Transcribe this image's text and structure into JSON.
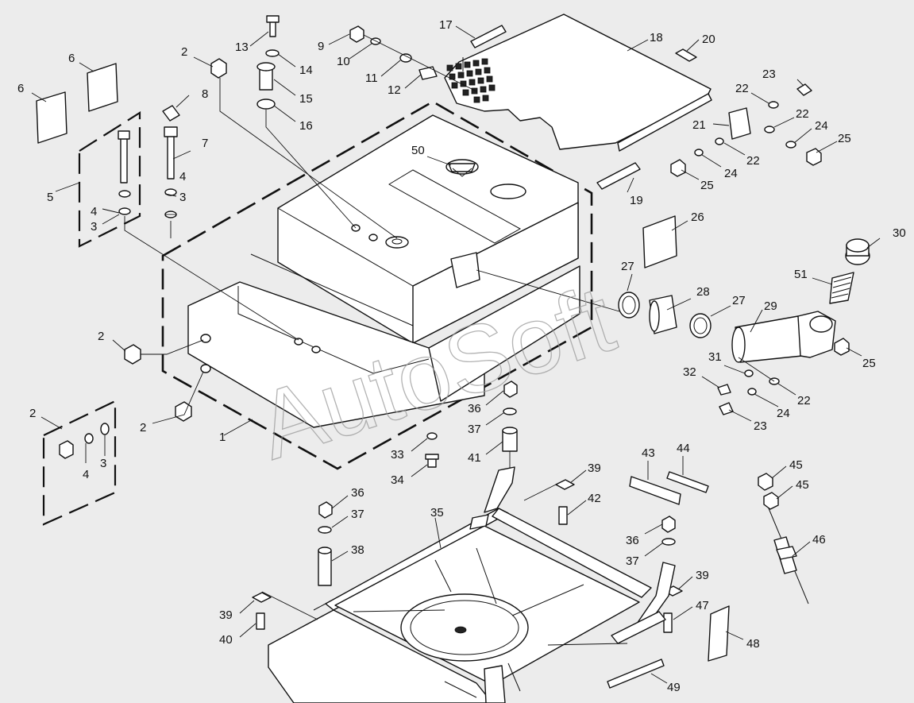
{
  "diagram": {
    "watermark": "AutoSoft",
    "callouts": [
      {
        "id": "c1",
        "text": "1"
      },
      {
        "id": "c2a",
        "text": "2"
      },
      {
        "id": "c2b",
        "text": "2"
      },
      {
        "id": "c2c",
        "text": "2"
      },
      {
        "id": "c2d",
        "text": "2"
      },
      {
        "id": "c3a",
        "text": "3"
      },
      {
        "id": "c3b",
        "text": "3"
      },
      {
        "id": "c3c",
        "text": "3"
      },
      {
        "id": "c4a",
        "text": "4"
      },
      {
        "id": "c4b",
        "text": "4"
      },
      {
        "id": "c4c",
        "text": "4"
      },
      {
        "id": "c5",
        "text": "5"
      },
      {
        "id": "c6a",
        "text": "6"
      },
      {
        "id": "c6b",
        "text": "6"
      },
      {
        "id": "c7",
        "text": "7"
      },
      {
        "id": "c8",
        "text": "8"
      },
      {
        "id": "c9",
        "text": "9"
      },
      {
        "id": "c10",
        "text": "10"
      },
      {
        "id": "c11",
        "text": "11"
      },
      {
        "id": "c12",
        "text": "12"
      },
      {
        "id": "c13",
        "text": "13"
      },
      {
        "id": "c14",
        "text": "14"
      },
      {
        "id": "c15",
        "text": "15"
      },
      {
        "id": "c16",
        "text": "16"
      },
      {
        "id": "c17",
        "text": "17"
      },
      {
        "id": "c18",
        "text": "18"
      },
      {
        "id": "c19",
        "text": "19"
      },
      {
        "id": "c20",
        "text": "20"
      },
      {
        "id": "c21",
        "text": "21"
      },
      {
        "id": "c22a",
        "text": "22"
      },
      {
        "id": "c22b",
        "text": "22"
      },
      {
        "id": "c22c",
        "text": "22"
      },
      {
        "id": "c22d",
        "text": "22"
      },
      {
        "id": "c23a",
        "text": "23"
      },
      {
        "id": "c23b",
        "text": "23"
      },
      {
        "id": "c24a",
        "text": "24"
      },
      {
        "id": "c24b",
        "text": "24"
      },
      {
        "id": "c24c",
        "text": "24"
      },
      {
        "id": "c25a",
        "text": "25"
      },
      {
        "id": "c25b",
        "text": "25"
      },
      {
        "id": "c25c",
        "text": "25"
      },
      {
        "id": "c26",
        "text": "26"
      },
      {
        "id": "c27a",
        "text": "27"
      },
      {
        "id": "c27b",
        "text": "27"
      },
      {
        "id": "c28",
        "text": "28"
      },
      {
        "id": "c29",
        "text": "29"
      },
      {
        "id": "c30",
        "text": "30"
      },
      {
        "id": "c31",
        "text": "31"
      },
      {
        "id": "c32",
        "text": "32"
      },
      {
        "id": "c33",
        "text": "33"
      },
      {
        "id": "c34",
        "text": "34"
      },
      {
        "id": "c35",
        "text": "35"
      },
      {
        "id": "c36a",
        "text": "36"
      },
      {
        "id": "c36b",
        "text": "36"
      },
      {
        "id": "c36c",
        "text": "36"
      },
      {
        "id": "c37a",
        "text": "37"
      },
      {
        "id": "c37b",
        "text": "37"
      },
      {
        "id": "c37c",
        "text": "37"
      },
      {
        "id": "c38",
        "text": "38"
      },
      {
        "id": "c39a",
        "text": "39"
      },
      {
        "id": "c39b",
        "text": "39"
      },
      {
        "id": "c39c",
        "text": "39"
      },
      {
        "id": "c40",
        "text": "40"
      },
      {
        "id": "c41",
        "text": "41"
      },
      {
        "id": "c42",
        "text": "42"
      },
      {
        "id": "c43",
        "text": "43"
      },
      {
        "id": "c44",
        "text": "44"
      },
      {
        "id": "c45a",
        "text": "45"
      },
      {
        "id": "c45b",
        "text": "45"
      },
      {
        "id": "c46",
        "text": "46"
      },
      {
        "id": "c47",
        "text": "47"
      },
      {
        "id": "c48",
        "text": "48"
      },
      {
        "id": "c49",
        "text": "49"
      },
      {
        "id": "c50",
        "text": "50"
      },
      {
        "id": "c51",
        "text": "51"
      }
    ]
  }
}
